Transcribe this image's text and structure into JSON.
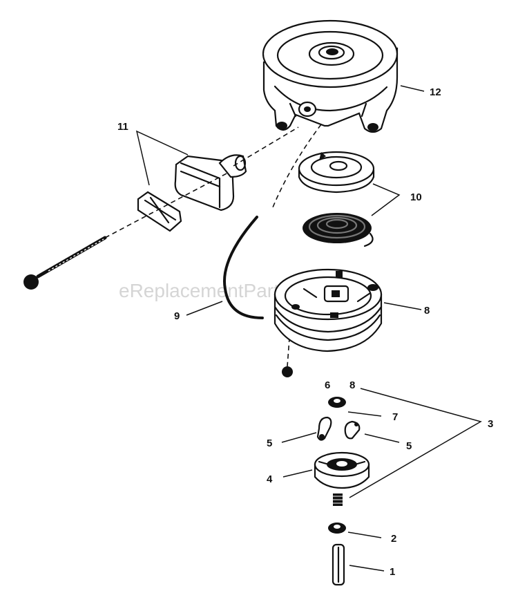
{
  "watermark": "eReplacementParts.com",
  "callouts": {
    "c1": "1",
    "c2": "2",
    "c3": "3",
    "c4": "4",
    "c5a": "5",
    "c5b": "5",
    "c6": "6",
    "c7": "7",
    "c8a": "8",
    "c8b": "8",
    "c9": "9",
    "c10": "10",
    "c11": "11",
    "c12": "12"
  }
}
